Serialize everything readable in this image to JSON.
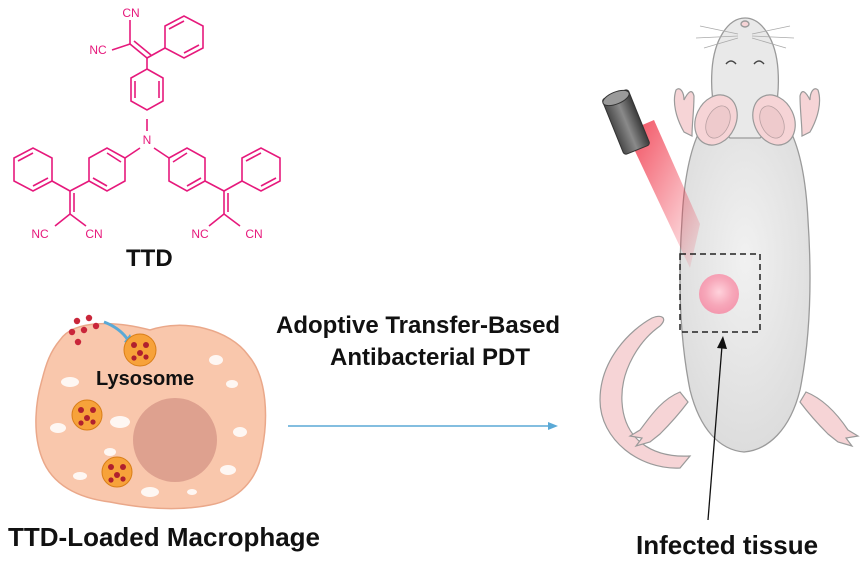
{
  "molecule": {
    "name": "TTD",
    "cn_label": "CN",
    "nc_label": "NC",
    "n_label": "N",
    "color": "#e6197c"
  },
  "macrophage": {
    "organelle_label": "Lysosome",
    "caption": "TTD-Loaded Macrophage",
    "cell_color": "#f9c7ac",
    "nucleus_color": "#d99a8a",
    "lysosome_color": "#f7a23a",
    "particle_color": "#c9263a"
  },
  "process": {
    "line1": "Adoptive Transfer-Based",
    "line2": "Antibacterial PDT",
    "arrow_color": "#5aa9d6"
  },
  "mouse": {
    "caption": "Infected tissue",
    "body_color": "#e7e7e7",
    "laser_color": "#ef2a3e"
  }
}
